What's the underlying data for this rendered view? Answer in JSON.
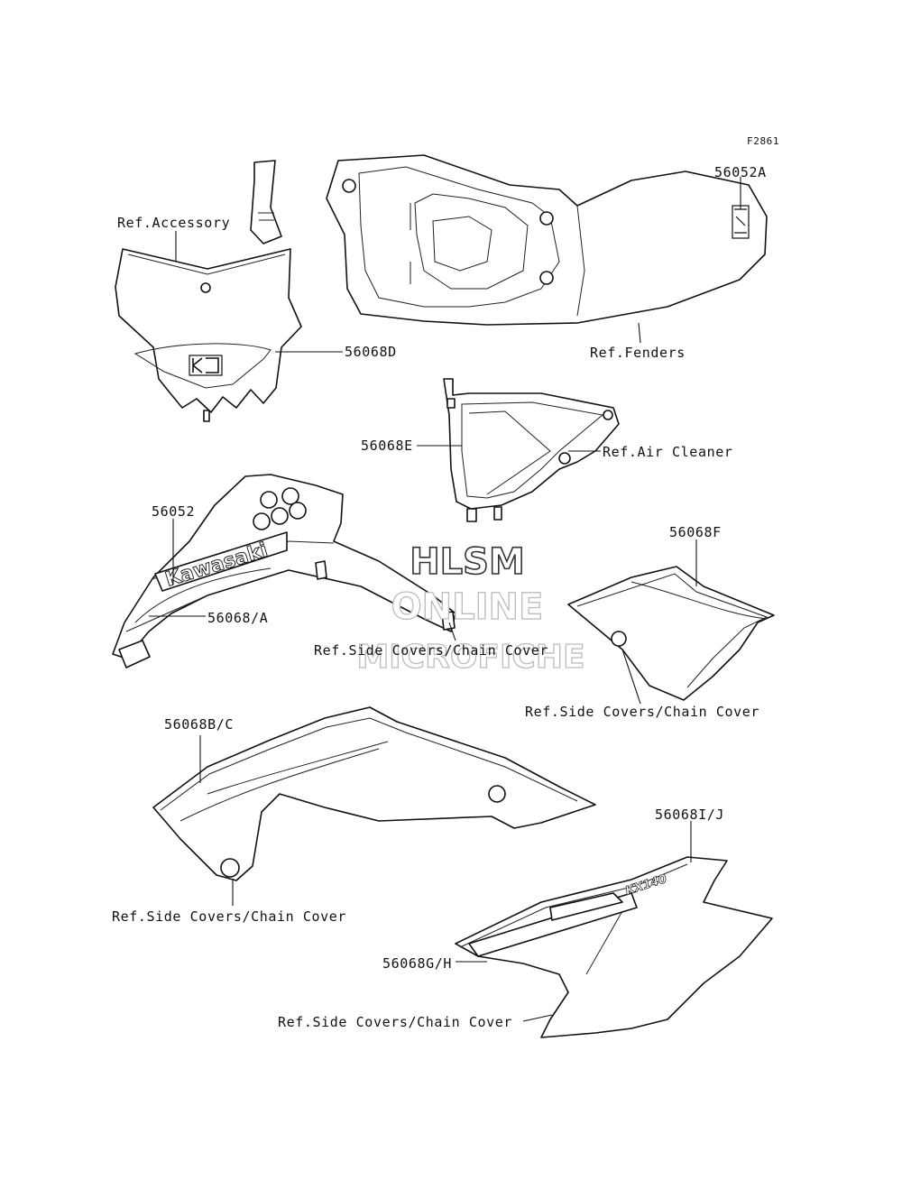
{
  "figure_code": "F2861",
  "watermark": {
    "line1": "HLSM",
    "line2": "ONLINE",
    "line3": "MICROFICHE"
  },
  "logo_text": "Kawasaki",
  "model_text": "KX140",
  "labels": {
    "ref_accessory": "Ref.Accessory",
    "p56068D": "56068D",
    "p56052A": "56052A",
    "ref_fenders": "Ref.Fenders",
    "p56068E": "56068E",
    "ref_air_cleaner": "Ref.Air Cleaner",
    "p56052": "56052",
    "p56068A": "56068/A",
    "ref_side_1": "Ref.Side Covers/Chain Cover",
    "p56068F": "56068F",
    "ref_side_2": "Ref.Side Covers/Chain Cover",
    "p56068BC": "56068B/C",
    "ref_side_3": "Ref.Side Covers/Chain Cover",
    "p56068IJ": "56068I/J",
    "p56068GH": "56068G/H",
    "ref_side_4": "Ref.Side Covers/Chain Cover"
  }
}
